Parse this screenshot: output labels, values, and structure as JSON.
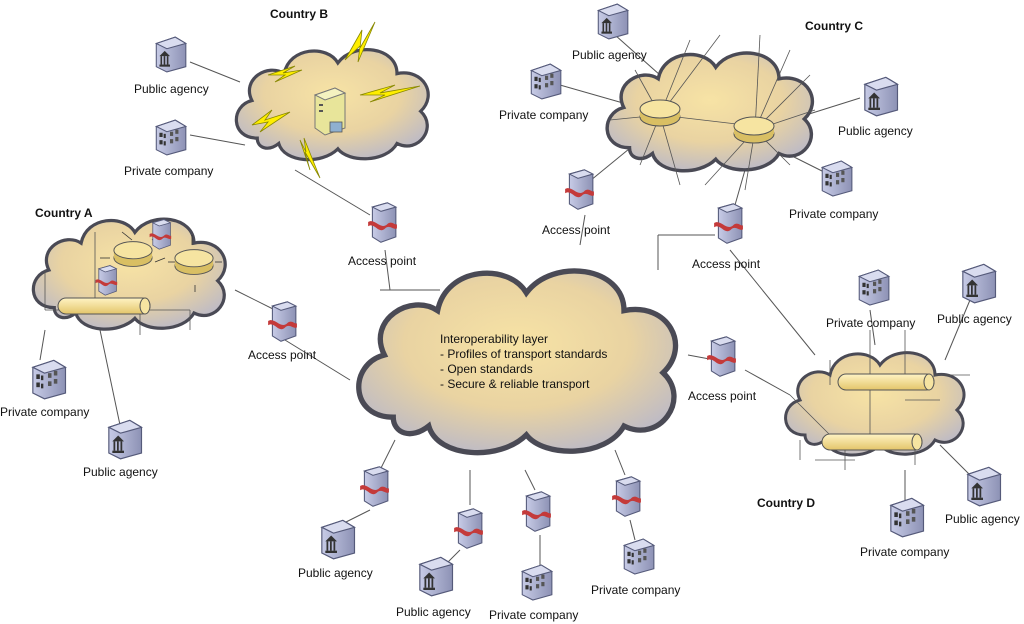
{
  "countries": {
    "a": "Country A",
    "b": "Country B",
    "c": "Country C",
    "d": "Country D"
  },
  "core": {
    "title": "Interoperability layer",
    "items": [
      "- Profiles of transport standards",
      "- Open standards",
      "- Secure & reliable transport"
    ]
  },
  "labels": {
    "access_point": "Access point",
    "public_agency": "Public agency",
    "private_company": "Private company"
  },
  "colors": {
    "cloud_fill": "#f3dc9a",
    "cloud_stroke": "#4a4a55",
    "device": "#a9aed0",
    "access_band": "#c43a3a",
    "lightning": "#ffee00"
  },
  "icons": [
    "cloud-icon",
    "building-icon",
    "agency-icon",
    "server-icon",
    "database-icon",
    "pipe-icon",
    "lightning-icon"
  ]
}
